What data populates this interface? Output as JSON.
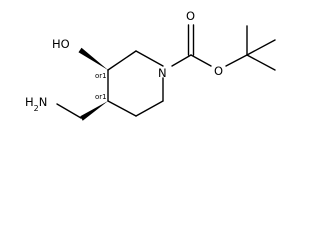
{
  "molecule": {
    "atoms": {
      "hydroxyl": "HO",
      "amine": "H2N",
      "ring_nitrogen": "N",
      "carbonyl_oxygen": "O",
      "ester_oxygen": "O"
    },
    "stereo_labels": {
      "c3": "or1",
      "c4": "or1"
    }
  }
}
